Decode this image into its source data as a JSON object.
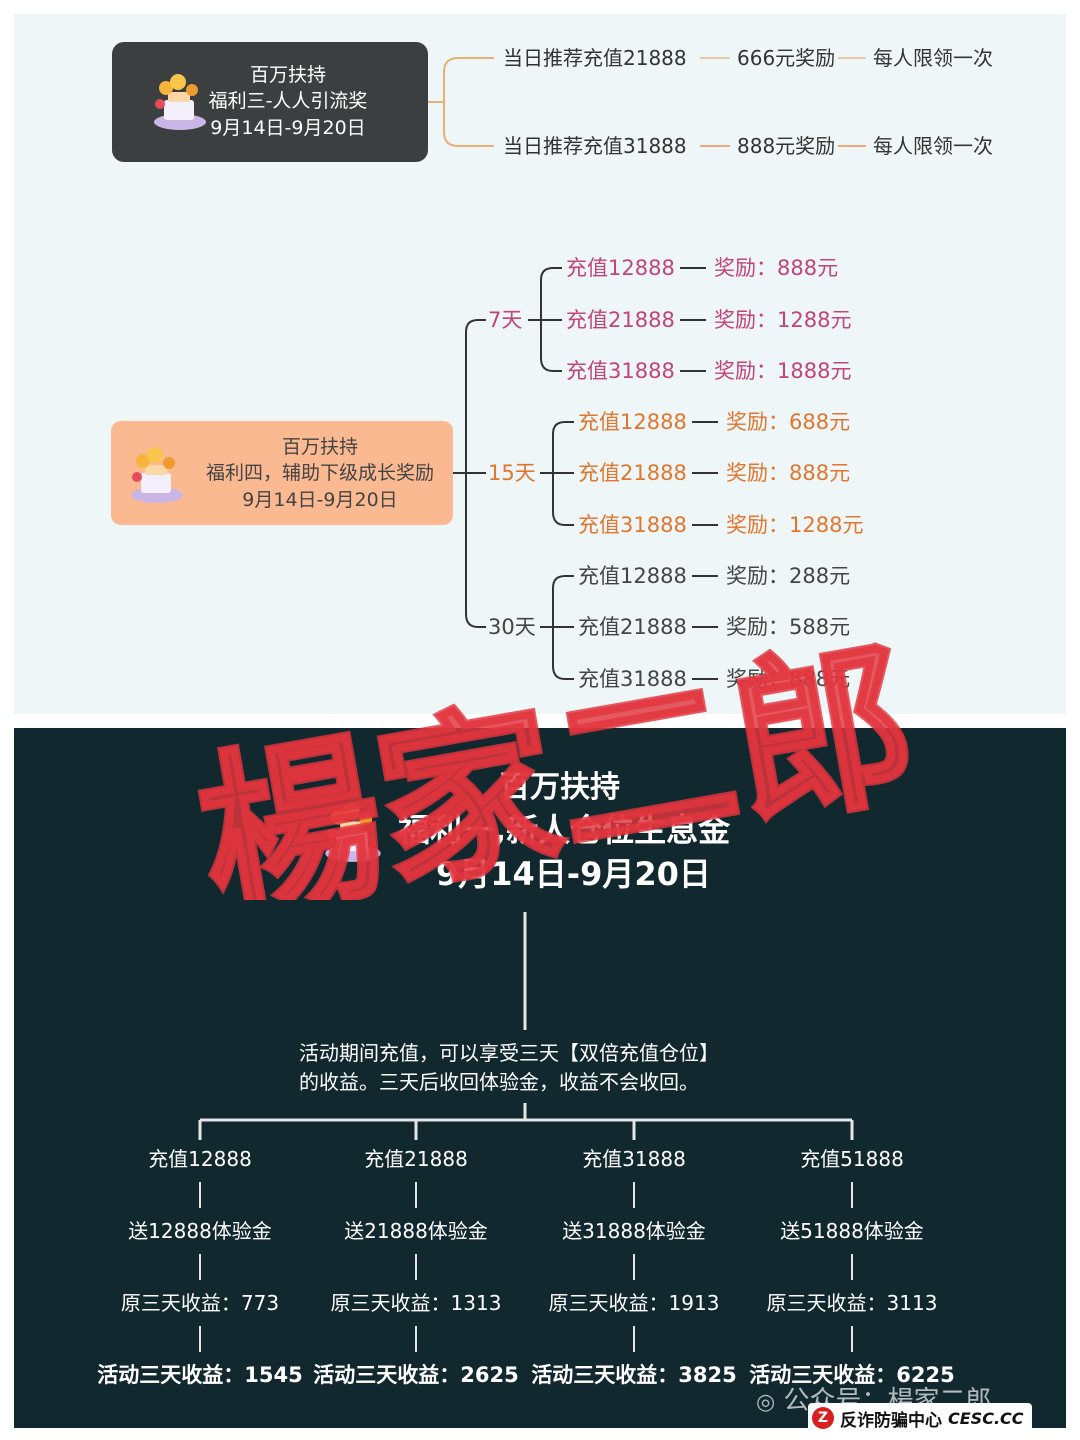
{
  "colors": {
    "top_bg": "#eef6f7",
    "bottom_bg": "#12282f",
    "box_dark": "#3c3f40",
    "box_peach": "#fbb991",
    "branch_tan": "#e8b173",
    "pink_text": "#c2447a",
    "orange_text": "#e2762e",
    "gray_text": "#444444",
    "watermark": "#e2343e"
  },
  "welfare3": {
    "line1": "百万扶持",
    "line2": "福利三-人人引流奖",
    "line3": "9月14日-9月20日",
    "rows": [
      {
        "condition": "当日推荐充值21888",
        "reward": "666元奖励",
        "limit": "每人限领一次"
      },
      {
        "condition": "当日推荐充值31888",
        "reward": "888元奖励",
        "limit": "每人限领一次"
      }
    ]
  },
  "welfare4": {
    "line1": "百万扶持",
    "line2": "福利四，辅助下级成长奖励",
    "line3": "9月14日-9月20日",
    "groups": [
      {
        "label": "7天",
        "items": [
          {
            "recharge": "充值12888",
            "reward": "奖励：888元"
          },
          {
            "recharge": "充值21888",
            "reward": "奖励：1288元"
          },
          {
            "recharge": "充值31888",
            "reward": "奖励：1888元"
          }
        ]
      },
      {
        "label": "15天",
        "items": [
          {
            "recharge": "充值12888",
            "reward": "奖励：688元"
          },
          {
            "recharge": "充值21888",
            "reward": "奖励：888元"
          },
          {
            "recharge": "充值31888",
            "reward": "奖励：1288元"
          }
        ]
      },
      {
        "label": "30天",
        "items": [
          {
            "recharge": "充值12888",
            "reward": "奖励：288元"
          },
          {
            "recharge": "充值21888",
            "reward": "奖励：588元"
          },
          {
            "recharge": "充值31888",
            "reward": "奖励：888元"
          }
        ]
      }
    ]
  },
  "welfare1": {
    "line1": "百万扶持",
    "line2": "福利一,新人仓位生息金",
    "line3": "9月14日-9月20日",
    "desc1": "活动期间充值，可以享受三天【双倍充值仓位】",
    "desc2": "的收益。三天后收回体验金，收益不会收回。",
    "columns": [
      {
        "recharge": "充值12888",
        "bonus": "送12888体验金",
        "original": "原三天收益：773",
        "activity": "活动三天收益：1545"
      },
      {
        "recharge": "充值21888",
        "bonus": "送21888体验金",
        "original": "原三天收益：1313",
        "activity": "活动三天收益：2625"
      },
      {
        "recharge": "充值31888",
        "bonus": "送31888体验金",
        "original": "原三天收益：1913",
        "activity": "活动三天收益：3825"
      },
      {
        "recharge": "充值51888",
        "bonus": "送51888体验金",
        "original": "原三天收益：3113",
        "activity": "活动三天收益：6225"
      }
    ]
  },
  "watermark": {
    "text": "楊家二郎"
  },
  "footer": {
    "wechat": "公众号：楊家二郎",
    "badge_icon": "Z",
    "badge_text": "反诈防骗中心",
    "badge_site": "CESC.CC"
  }
}
